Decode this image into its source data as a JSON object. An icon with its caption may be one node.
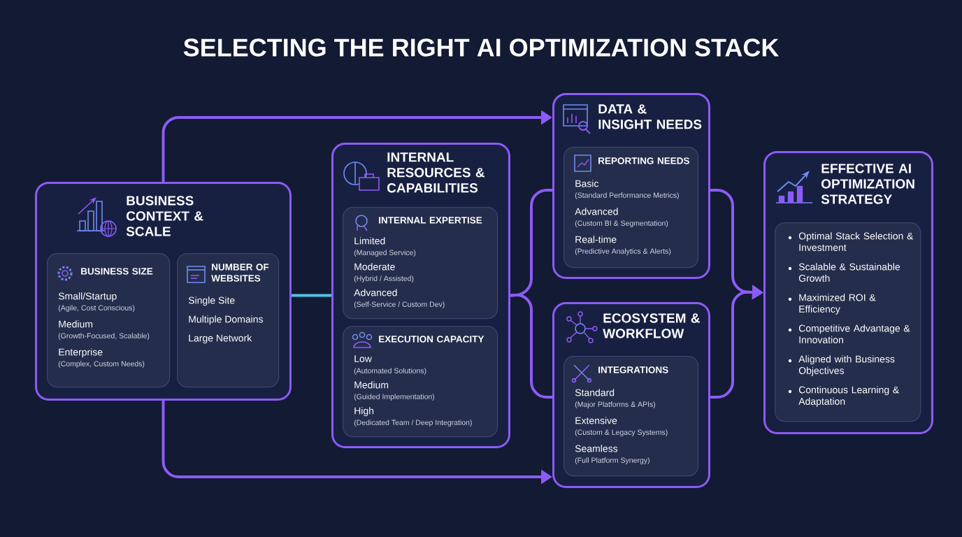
{
  "diagram": {
    "title": "SELECTING THE RIGHT AI OPTIMIZATION STACK",
    "nodes": [
      {
        "text": [
          "BUSINESS CONTEXT & SCALE"
        ]
      },
      {
        "text": [
          "BUSINESS SIZE",
          "Small/Startup",
          "(Agile, Cost Conscious)",
          "Medium",
          "(Growth-Focused, Scalable)",
          "Enterprise",
          "(Complex, Custom Needs)"
        ],
        "in": 0
      },
      {
        "text": [
          "NUMBER OF WEBSITES",
          "Single Site",
          "Multiple Domains",
          "Large Network"
        ],
        "in": 0
      },
      {
        "text": [
          "INTERNAL RESOURCES & CAPABILITIES"
        ]
      },
      {
        "text": [
          "INTERNAL EXPERTISE",
          "Limited",
          "(Managed Service)",
          "Moderate",
          "(Hybrid / Assisted)",
          "Advanced",
          "(Self-Service / Custom Dev)"
        ],
        "in": 3
      },
      {
        "text": [
          "EXECUTION CAPACITY",
          "Low",
          "(Automated Solutions)",
          "Medium",
          "(Guided Implementation)",
          "High",
          "(Dedicated Team / Deep Integration)"
        ],
        "in": 3
      },
      {
        "text": [
          "DATA & INSIGHT NEEDS"
        ]
      },
      {
        "text": [
          "REPORTING NEEDS",
          "Basic",
          "(Standard Performance Metrics)",
          "Advanced",
          "(Custom BI & Segmentation)",
          "Real-time",
          "(Predictive Analytics & Alerts)"
        ],
        "in": 6
      },
      {
        "text": [
          "ECOSYSTEM & WORKFLOW"
        ]
      },
      {
        "text": [
          "INTEGRATIONS",
          "Standard",
          "(Major Platforms & APIs)",
          "Extensive",
          "(Custom & Legacy Systems)",
          "Seamless",
          "(Full Platform Synergy)"
        ],
        "in": 8
      },
      {
        "text": [
          "EFFECTIVE AI OPTIMIZATION STRATEGY"
        ]
      },
      {
        "text": [
          "Optimal Stack Selection & Investment",
          "Scalable & Sustainable Growth",
          "Maximized ROI & Efficiency",
          "Competitive Advantage & Innovation",
          "Aligned with Business Objectives",
          "Continuous Learning & Adaptation"
        ],
        "in": 10
      }
    ],
    "edges": [
      {
        "from": 0,
        "to": 6,
        "arrow": "to"
      },
      {
        "from": 0,
        "to": 8,
        "arrow": "to"
      },
      {
        "from": 0,
        "to": 3,
        "arrow": "none",
        "color": "#4fc3e8"
      },
      {
        "from": 3,
        "to": 6,
        "arrow": "none"
      },
      {
        "from": 3,
        "to": 8,
        "arrow": "none"
      },
      {
        "from": 6,
        "to": 10,
        "arrow": "to"
      },
      {
        "from": 8,
        "to": 10,
        "arrow": "to"
      }
    ]
  }
}
